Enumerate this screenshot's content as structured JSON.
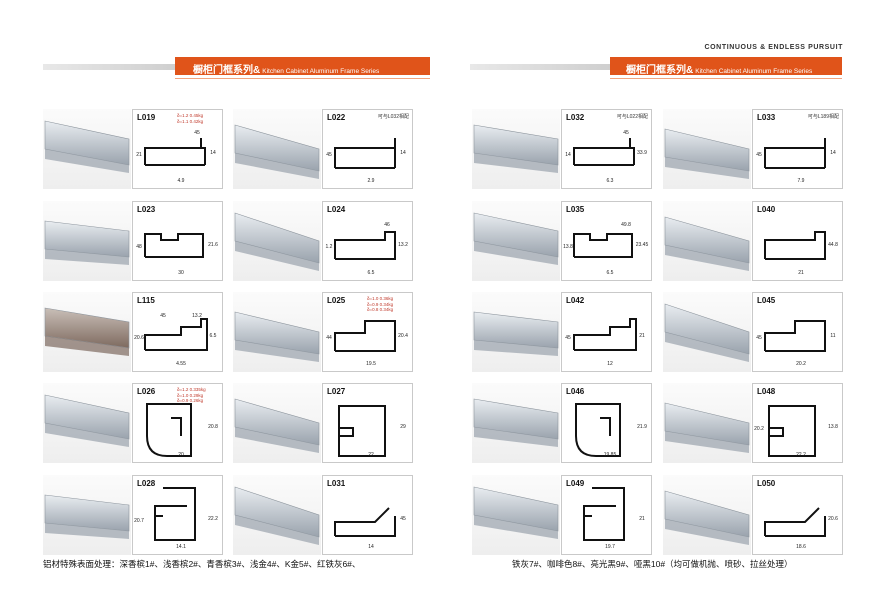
{
  "header": {
    "slogan": "CONTINUOUS & ENDLESS PURSUIT",
    "title_cn": "橱柜门框系列&",
    "title_en": "Kitchen Cabinet Aluminum Frame Series"
  },
  "colors": {
    "accent": "#e0541a",
    "weight_text": "#c0392b"
  },
  "profiles": [
    {
      "code": "L019",
      "weights": [
        "δ=1.2  0.45kg",
        "δ=1.1  0.42kg"
      ],
      "dims": [
        "4.9",
        "14",
        "21",
        "45"
      ]
    },
    {
      "code": "L022",
      "note": "可与L032相配",
      "dims": [
        "2.9",
        "14",
        "45"
      ]
    },
    {
      "code": "L023",
      "dims": [
        "30",
        "21.6",
        "48"
      ]
    },
    {
      "code": "L024",
      "dims": [
        "6.5",
        "13.2",
        "1.2",
        "46"
      ]
    },
    {
      "code": "L115",
      "dims": [
        "4.55",
        "6.5",
        "20.6",
        "13.2",
        "45"
      ]
    },
    {
      "code": "L025",
      "weights": [
        "δ=1.0  0.36kg",
        "δ=0.9  0.34kg",
        "δ=0.8  0.34kg"
      ],
      "dims": [
        "19.5",
        "20.4",
        "44"
      ]
    },
    {
      "code": "L026",
      "weights": [
        "δ=1.2  0.335kg",
        "δ=1.0  0.29kg",
        "δ=0.9  0.26kg"
      ],
      "dims": [
        "20",
        "20.8"
      ]
    },
    {
      "code": "L027",
      "dims": [
        "22",
        "29"
      ]
    },
    {
      "code": "L028",
      "dims": [
        "14.1",
        "22.2",
        "20.7"
      ]
    },
    {
      "code": "L031",
      "dims": [
        "14",
        "45"
      ]
    },
    {
      "code": "L032",
      "note": "可与L022相配",
      "dims": [
        "6.3",
        "33.9",
        "14",
        "45"
      ]
    },
    {
      "code": "L033",
      "note": "可与L189相配",
      "dims": [
        "7.9",
        "14",
        "45"
      ]
    },
    {
      "code": "L035",
      "dims": [
        "6.5",
        "23.45",
        "13.8",
        "49.8"
      ]
    },
    {
      "code": "L040",
      "dims": [
        "21",
        "44.8"
      ]
    },
    {
      "code": "L042",
      "dims": [
        "12",
        "21",
        "45"
      ]
    },
    {
      "code": "L045",
      "dims": [
        "20.2",
        "11",
        "45"
      ]
    },
    {
      "code": "L046",
      "dims": [
        "19.85",
        "21.9"
      ]
    },
    {
      "code": "L048",
      "dims": [
        "22.2",
        "13.8",
        "20.2"
      ]
    },
    {
      "code": "L049",
      "dims": [
        "19.7",
        "21"
      ]
    },
    {
      "code": "L050",
      "dims": [
        "18.6",
        "20.6"
      ]
    }
  ],
  "footer": {
    "left": "铝材特殊表面处理：深香槟1#、浅香槟2#、青香槟3#、浅金4#、K金5#、红铁灰6#、",
    "right": "铁灰7#、咖啡色8#、亮光黑9#、哑黑10#（均可做机抛、喷砂、拉丝处理）"
  }
}
